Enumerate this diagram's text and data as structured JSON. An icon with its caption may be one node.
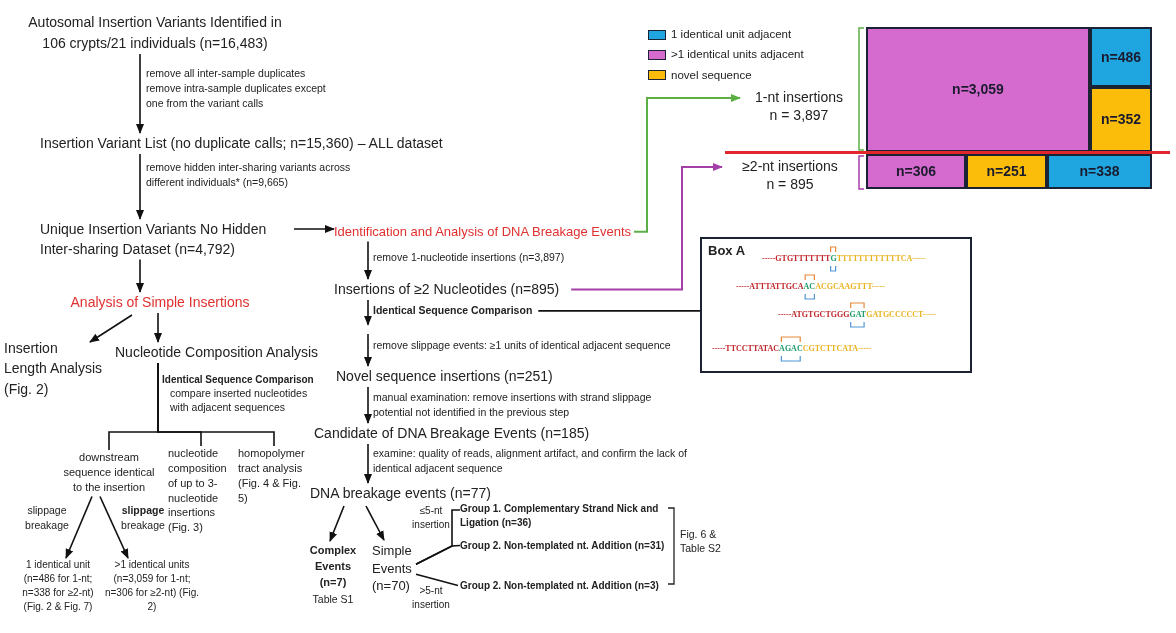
{
  "diagram": {
    "nodes": [
      {
        "text": [
          "Autosomal Insertion Variants Identified in 106 crypts/21 individuals (n=16,483)"
        ]
      },
      {
        "text": [
          "Insertion Variant List (no duplicate calls; n=15,360) – ALL dataset"
        ]
      },
      {
        "text": [
          "Unique Insertion Variants No Hidden Inter-sharing Dataset (n=4,792)"
        ]
      },
      {
        "text": [
          "Analysis of Simple Insertions"
        ]
      },
      {
        "text": [
          "Insertion Length Analysis (Fig. 2)"
        ]
      },
      {
        "text": [
          "Nucleotide Composition Analysis"
        ]
      },
      {
        "text": [
          "downstream sequence identical to the insertion"
        ]
      },
      {
        "text": [
          "nucleotide composition of up to 3-nucleotide insertions (Fig. 3)"
        ]
      },
      {
        "text": [
          "homopolymer tract analysis (Fig. 4 & Fig. 5)"
        ]
      },
      {
        "text": [
          "1 identical unit (n=486 for 1-nt; n=338 for ≥2-nt) (Fig. 2 & Fig. 7)"
        ]
      },
      {
        "text": [
          ">1 identical units (n=3,059 for 1-nt; n=306 for ≥2-nt) (Fig. 2)"
        ]
      },
      {
        "text": [
          "Identification and Analysis of DNA Breakage Events"
        ]
      },
      {
        "text": [
          "Insertions of ≥2 Nucleotides (n=895)"
        ]
      },
      {
        "text": [
          "Identical Sequence Comparison"
        ]
      },
      {
        "text": [
          "Novel sequence insertions (n=251)"
        ]
      },
      {
        "text": [
          "Candidate of DNA Breakage Events (n=185)"
        ]
      },
      {
        "text": [
          "DNA breakage events (n=77)"
        ]
      },
      {
        "text": [
          "Complex Events (n=7)"
        ],
        "beside": [
          "Table S1"
        ]
      },
      {
        "text": [
          "Simple Events (n=70)"
        ]
      },
      {
        "text": [
          "Group 1. Complementary Strand Nick and Ligation (n=36)"
        ]
      },
      {
        "text": [
          "Group 2. Non-templated nt. Addition (n=31)"
        ]
      },
      {
        "text": [
          "Group 2. Non-templated nt. Addition (n=3)"
        ]
      },
      {
        "text": [
          "1-nt insertions",
          "n = 3,897"
        ]
      },
      {
        "text": [
          "≥2-nt insertions",
          "n = 895"
        ]
      },
      {
        "text": [
          "Box A",
          "-----GTGTTTTTTT",
          "G",
          "TTTTTTTTTTTTCA-----",
          "-----ATTTATTGCA",
          "AC",
          "ACGCAAGTTT-----",
          "-----ATGTGCTGGG",
          "GAT",
          "GATGCCCCCT-----",
          "-----TTCCTTATAC",
          "AGAC",
          "CGTCTTCATA-----"
        ]
      },
      {
        "text": [
          "n=3,059"
        ]
      },
      {
        "text": [
          "n=486"
        ]
      },
      {
        "text": [
          "n=352"
        ]
      },
      {
        "text": [
          "n=306"
        ]
      },
      {
        "text": [
          "n=251"
        ]
      },
      {
        "text": [
          "n=338"
        ]
      }
    ],
    "edges": [
      {
        "from": 0,
        "to": 1,
        "arrow": "to",
        "label": "remove all inter-sample duplicates remove intra-sample duplicates except one from the variant calls"
      },
      {
        "from": 1,
        "to": 2,
        "arrow": "to",
        "label": "remove hidden inter-sharing variants across different individuals* (n=9,665)"
      },
      {
        "from": 2,
        "to": 3,
        "arrow": "to"
      },
      {
        "from": 2,
        "to": 11,
        "arrow": "to"
      },
      {
        "from": 3,
        "to": 4,
        "arrow": "to"
      },
      {
        "from": 3,
        "to": 5,
        "arrow": "to"
      },
      {
        "from": 5,
        "to": 6,
        "arrow": "none"
      },
      {
        "from": 5,
        "to": 7,
        "arrow": "none"
      },
      {
        "from": 5,
        "to": 8,
        "arrow": "none"
      },
      {
        "from": 6,
        "to": 9,
        "arrow": "to",
        "label": "slippage breakage"
      },
      {
        "from": 6,
        "to": 10,
        "arrow": "to",
        "label": "**slippage** breakage"
      },
      {
        "from": 11,
        "to": 12,
        "arrow": "to",
        "label": "remove 1-nucleotide insertions (n=3,897)"
      },
      {
        "from": 11,
        "to": 22,
        "arrow": "to",
        "color": "#5bb045"
      },
      {
        "from": 12,
        "to": 23,
        "arrow": "to",
        "color": "#a53fa8"
      },
      {
        "from": 12,
        "to": 13,
        "arrow": "to"
      },
      {
        "from": 13,
        "to": 24,
        "arrow": "none"
      },
      {
        "from": 13,
        "to": 14,
        "arrow": "to",
        "label": "remove slippage events: ≥1 units of identical adjacent sequence"
      },
      {
        "from": 14,
        "to": 15,
        "arrow": "to",
        "label": "manual examination: remove insertions with strand slippage potential not identified in the previous step"
      },
      {
        "from": 15,
        "to": 16,
        "arrow": "to",
        "label": "examine: quality of reads, alignment artifact, and confirm the lack of identical adjacent sequence"
      },
      {
        "from": 16,
        "to": 17,
        "arrow": "to"
      },
      {
        "from": 16,
        "to": 18,
        "arrow": "to"
      },
      {
        "from": 18,
        "to": 19,
        "arrow": "none",
        "label": "≤5-nt insertion"
      },
      {
        "from": 18,
        "to": 20,
        "arrow": "none"
      },
      {
        "from": 18,
        "to": 21,
        "arrow": "none",
        "label": ">5-nt insertion"
      }
    ],
    "labels": [
      "Identical Sequence Comparison",
      "compare inserted nucleotides with adjacent sequences",
      "Fig. 6 & Table S2"
    ],
    "legend": [
      {
        "text": "1 identical unit adjacent",
        "color": "#1fa6e0"
      },
      {
        "text": ">1 identical units adjacent",
        "color": "#d56bcf"
      },
      {
        "text": "novel sequence",
        "color": "#fbbd0a"
      }
    ]
  }
}
